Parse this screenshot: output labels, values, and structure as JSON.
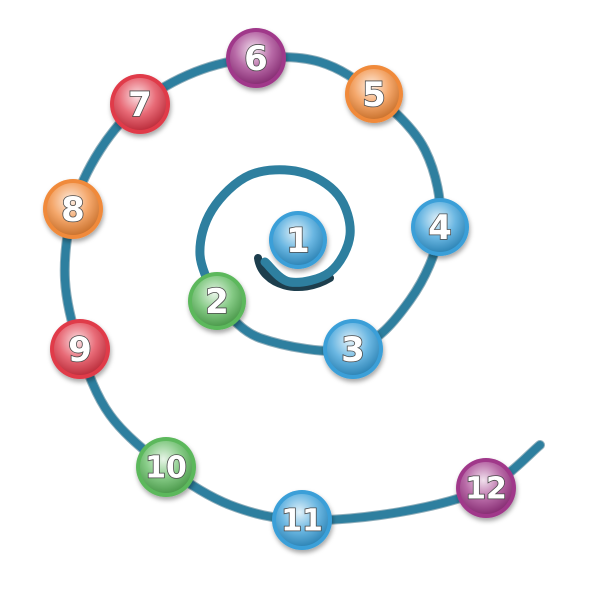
{
  "diagram": {
    "type": "numbered-spiral",
    "palette": {
      "blue": "#3a9fd8",
      "green": "#5cb85c",
      "orange": "#f08a3a",
      "red": "#e03a4a",
      "purple": "#a0388a",
      "spiral": "#2e7f9f"
    },
    "nodes": [
      {
        "label": "1",
        "color": "blue"
      },
      {
        "label": "2",
        "color": "green"
      },
      {
        "label": "3",
        "color": "blue"
      },
      {
        "label": "4",
        "color": "blue"
      },
      {
        "label": "5",
        "color": "orange"
      },
      {
        "label": "6",
        "color": "purple"
      },
      {
        "label": "7",
        "color": "red"
      },
      {
        "label": "8",
        "color": "orange"
      },
      {
        "label": "9",
        "color": "red"
      },
      {
        "label": "10",
        "color": "green"
      },
      {
        "label": "11",
        "color": "blue"
      },
      {
        "label": "12",
        "color": "purple"
      }
    ]
  }
}
